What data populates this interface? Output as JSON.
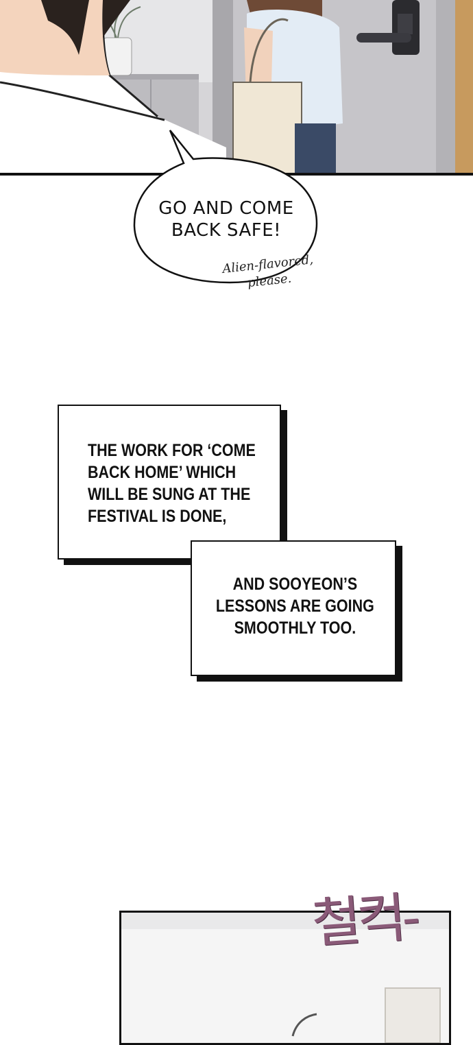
{
  "speech_bubble": {
    "lines": [
      "GO AND COME",
      "BACK SAFE!"
    ]
  },
  "side_note": {
    "lines": [
      "Alien-flavored,",
      "please."
    ]
  },
  "narration_1": {
    "lines": [
      "THE WORK FOR ‘COME",
      "BACK HOME’ WHICH",
      "WILL BE SUNG AT THE",
      "FESTIVAL IS DONE,"
    ]
  },
  "narration_2": {
    "lines": [
      "AND SOOYEON’S",
      "LESSONS ARE GOING",
      "SMOOTHLY TOO."
    ]
  },
  "sound_effect": {
    "text": "철컥-",
    "color": "#8a5a78"
  },
  "colors": {
    "ink": "#111111",
    "panel_bg": "#cfcfd1"
  }
}
